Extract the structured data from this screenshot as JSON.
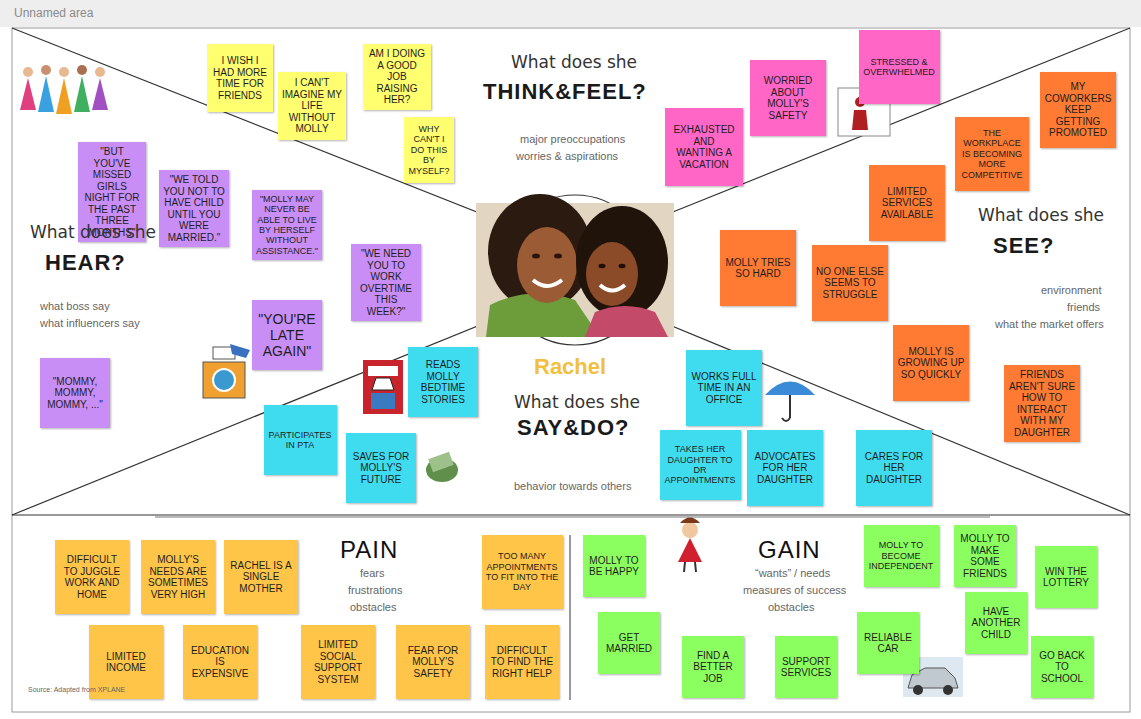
{
  "diagram": {
    "title": "Unnamed area",
    "nodes": [
      {
        "text": [
          "I WISH I HAD MORE TIME FOR FRIENDS"
        ]
      },
      {
        "text": [
          "I CAN'T IMAGINE MY LIFE WITHOUT MOLLY"
        ]
      },
      {
        "text": [
          "AM I DOING A GOOD JOB RAISING HER?"
        ]
      },
      {
        "text": [
          "WHY CAN'T I DO THIS BY MYSELF?"
        ]
      },
      {
        "text": [
          "EXHAUSTED AND WANTING A VACATION"
        ]
      },
      {
        "text": [
          "WORRIED ABOUT MOLLY'S SAFETY"
        ]
      },
      {
        "text": [
          "STRESSED & OVERWHELMED"
        ]
      },
      {
        "text": [
          "MY COWORKERS KEEP GETTING PROMOTED"
        ]
      },
      {
        "text": [
          "THE WORKPLACE IS BECOMING MORE COMPETITIVE"
        ]
      },
      {
        "text": [
          "LIMITED SERVICES AVAILABLE"
        ]
      },
      {
        "text": [
          "MOLLY TRIES SO HARD"
        ]
      },
      {
        "text": [
          "NO ONE ELSE SEEMS TO STRUGGLE"
        ]
      },
      {
        "text": [
          "MOLLY IS GROWING UP SO QUICKLY"
        ]
      },
      {
        "text": [
          "FRIENDS AREN'T SURE HOW TO INTERACT WITH MY DAUGHTER"
        ]
      },
      {
        "text": [
          "\"BUT YOU'VE MISSED GIRLS NIGHT FOR THE PAST THREE MONTHS\""
        ]
      },
      {
        "text": [
          "\"WE TOLD YOU NOT TO HAVE CHILD UNTIL YOU WERE MARRIED.\""
        ]
      },
      {
        "text": [
          "\"MOLLY MAY NEVER BE ABLE TO LIVE BY HERSELF WITHOUT ASSISTANCE.\""
        ]
      },
      {
        "text": [
          "\"WE NEED YOU TO WORK OVERTIME THIS WEEK?\""
        ]
      },
      {
        "text": [
          "\"YOU'RE LATE AGAIN\""
        ]
      },
      {
        "text": [
          "\"MOMMY, MOMMY, MOMMY, ...\""
        ]
      },
      {
        "text": [
          "READS MOLLY BEDTIME STORIES"
        ]
      },
      {
        "text": [
          "PARTICIPATES IN PTA"
        ]
      },
      {
        "text": [
          "SAVES FOR MOLLY'S FUTURE"
        ]
      },
      {
        "text": [
          "WORKS FULL TIME IN AN OFFICE"
        ]
      },
      {
        "text": [
          "TAKES HER DAUGHTER TO DR APPOINTMENTS"
        ]
      },
      {
        "text": [
          "ADVOCATES FOR HER DAUGHTER"
        ]
      },
      {
        "text": [
          "CARES FOR HER DAUGHTER"
        ]
      },
      {
        "text": [
          "DIFFICULT TO JUGGLE WORK AND HOME"
        ]
      },
      {
        "text": [
          "MOLLY'S NEEDS ARE SOMETIMES VERY HIGH"
        ]
      },
      {
        "text": [
          "RACHEL IS A SINGLE MOTHER"
        ]
      },
      {
        "text": [
          "TOO MANY APPOINTMENTS TO FIT INTO THE DAY"
        ]
      },
      {
        "text": [
          "LIMITED INCOME"
        ]
      },
      {
        "text": [
          "EDUCATION IS EXPENSIVE"
        ]
      },
      {
        "text": [
          "LIMITED SOCIAL SUPPORT SYSTEM"
        ]
      },
      {
        "text": [
          "FEAR FOR MOLLY'S SAFETY"
        ]
      },
      {
        "text": [
          "DIFFICULT TO FIND THE RIGHT HELP"
        ]
      },
      {
        "text": [
          "MOLLY TO BE HAPPY"
        ]
      },
      {
        "text": [
          "GET MARRIED"
        ]
      },
      {
        "text": [
          "FIND A BETTER JOB"
        ]
      },
      {
        "text": [
          "SUPPORT SERVICES"
        ]
      },
      {
        "text": [
          "RELIABLE CAR"
        ]
      },
      {
        "text": [
          "MOLLY TO BECOME INDEPENDENT"
        ]
      },
      {
        "text": [
          "MOLLY TO MAKE SOME FRIENDS"
        ]
      },
      {
        "text": [
          "WIN THE LOTTERY"
        ]
      },
      {
        "text": [
          "HAVE ANOTHER CHILD"
        ]
      },
      {
        "text": [
          "GO BACK TO SCHOOL"
        ]
      }
    ],
    "labels": [
      "What does she",
      "THINK&FEEL?",
      "major preoccupations",
      "worries & aspirations",
      "What does she",
      "SEE?",
      "environment",
      "friends",
      "what the market offers",
      "What does she",
      "HEAR?",
      "what boss say",
      "what influencers say",
      "Rachel",
      "What does she",
      "SAY&DO?",
      "behavior towards others",
      "PAIN",
      "fears",
      "frustrations",
      "obstacles",
      "GAIN",
      "“wants” / needs",
      "measures of success",
      "obstacles",
      "Source: Adapted from XPLANE"
    ]
  }
}
